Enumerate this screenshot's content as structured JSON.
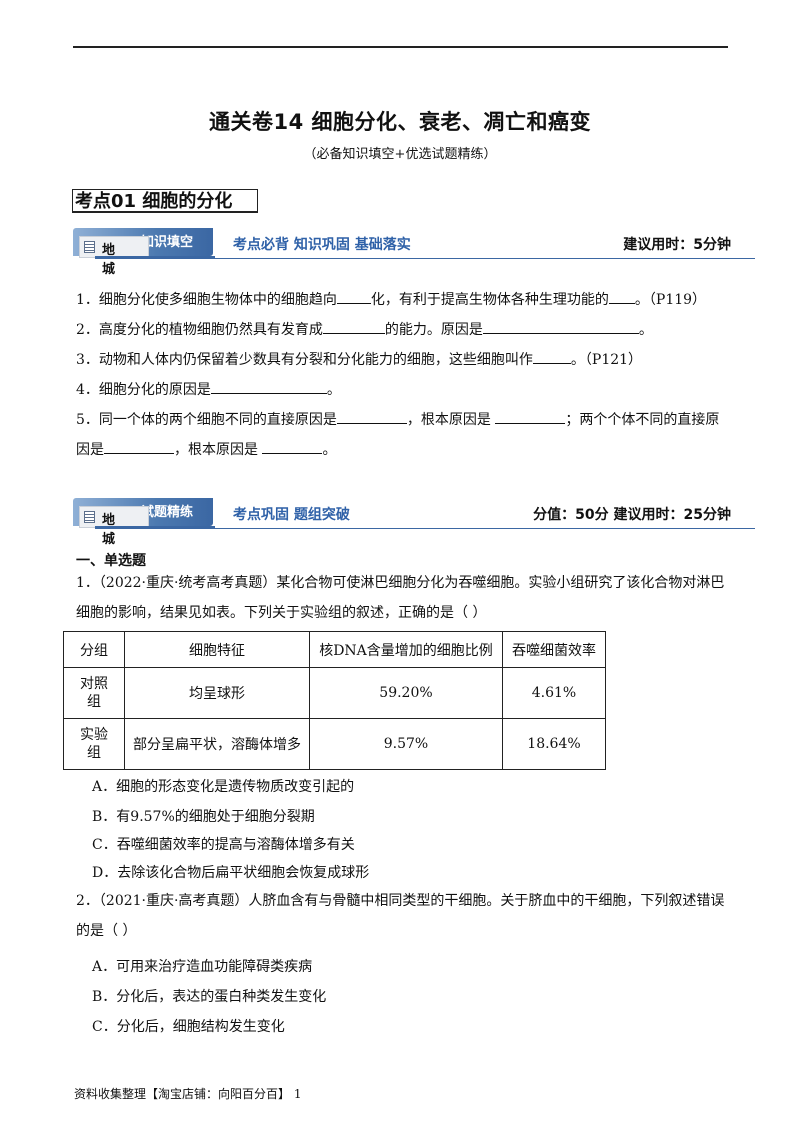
{
  "title": "通关卷14  细胞分化、衰老、凋亡和癌变",
  "subtitle": "（必备知识填空+优选试题精练）",
  "section_title": "考点01    细胞的分化",
  "banner1": {
    "badge": "地  城",
    "tab": "知识填空",
    "middle": "考点必背  知识巩固  基础落实",
    "right": "建议用时：5分钟"
  },
  "fill": {
    "q1": {
      "a": "1．细胞分化使多细胞生物体中的细胞趋向",
      "b": "化，有利于提高生物体各种生理功能的",
      "c": "。（P119）"
    },
    "q2": {
      "a": "2．高度分化的植物细胞仍然具有发育成",
      "b": "的能力。原因是",
      "c": "。"
    },
    "q3": {
      "a": "3．动物和人体内仍保留着少数具有分裂和分化能力的细胞，这些细胞叫作",
      "b": "。（P121）"
    },
    "q4": {
      "a": "4．细胞分化的原因是",
      "b": "。"
    },
    "q5": {
      "a": "5．同一个体的两个细胞不同的直接原因是",
      "b": "，根本原因是 ",
      "c": "；两个个体不同的直接原",
      "d": "因是",
      "e": "，根本原因是 ",
      "f": "。"
    }
  },
  "banner2": {
    "badge": "地  城",
    "tab": "试题精练",
    "middle": "考点巩固  题组突破",
    "right": "分值：50分    建议用时：25分钟"
  },
  "section_single": "一、单选题",
  "question1": {
    "stem_line1": "1．（2022·重庆·统考高考真题）某化合物可使淋巴细胞分化为吞噬细胞。实验小组研究了该化合物对淋巴",
    "stem_line2": "细胞的影响，结果见如表。下列关于实验组的叙述，正确的是（    ）",
    "table": {
      "headers": [
        "分组",
        "细胞特征",
        "核DNA含量增加的细胞比例",
        "吞噬细菌效率"
      ],
      "rows": [
        [
          "对照组",
          "均呈球形",
          "59.20%",
          "4.61%"
        ],
        [
          "实验组",
          "部分呈扁平状，溶酶体增多",
          "9.57%",
          "18.64%"
        ]
      ]
    },
    "options": [
      "A．细胞的形态变化是遗传物质改变引起的",
      "B．有9.57%的细胞处于细胞分裂期",
      "C．吞噬细菌效率的提高与溶酶体增多有关",
      "D．去除该化合物后扁平状细胞会恢复成球形"
    ]
  },
  "question2": {
    "stem_line1": "2．（2021·重庆·高考真题）人脐血含有与骨髓中相同类型的干细胞。关于脐血中的干细胞，下列叙述错误",
    "stem_line2": "的是（    ）",
    "options": [
      "A．可用来治疗造血功能障碍类疾病",
      "B．分化后，表达的蛋白种类发生变化",
      "C．分化后，细胞结构发生变化"
    ]
  },
  "footer": "资料收集整理【淘宝店铺：向阳百分百】     1"
}
